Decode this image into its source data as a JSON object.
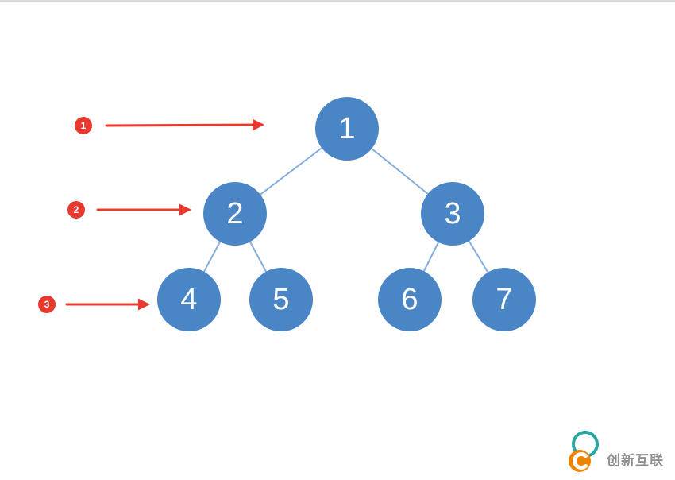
{
  "diagram": {
    "type": "binary-tree",
    "nodes": [
      {
        "label": "1",
        "level": 1
      },
      {
        "label": "2",
        "level": 2
      },
      {
        "label": "3",
        "level": 2
      },
      {
        "label": "4",
        "level": 3
      },
      {
        "label": "5",
        "level": 3
      },
      {
        "label": "6",
        "level": 3
      },
      {
        "label": "7",
        "level": 3
      }
    ],
    "edges": [
      [
        "1",
        "2"
      ],
      [
        "1",
        "3"
      ],
      [
        "2",
        "4"
      ],
      [
        "2",
        "5"
      ],
      [
        "3",
        "6"
      ],
      [
        "3",
        "7"
      ]
    ],
    "annotations": [
      {
        "label": "1",
        "points_to": "level-1"
      },
      {
        "label": "2",
        "points_to": "level-2"
      },
      {
        "label": "3",
        "points_to": "level-3"
      }
    ],
    "colors": {
      "node_fill": "#4a86c6",
      "node_text": "#ffffff",
      "edge": "#84aede",
      "arrow": "#e8392f",
      "badge": "#e8392f"
    }
  },
  "watermark": {
    "brand": "创新互联",
    "logo_colors": {
      "ring": "#2aa7a0",
      "disc": "#ef8200"
    }
  }
}
